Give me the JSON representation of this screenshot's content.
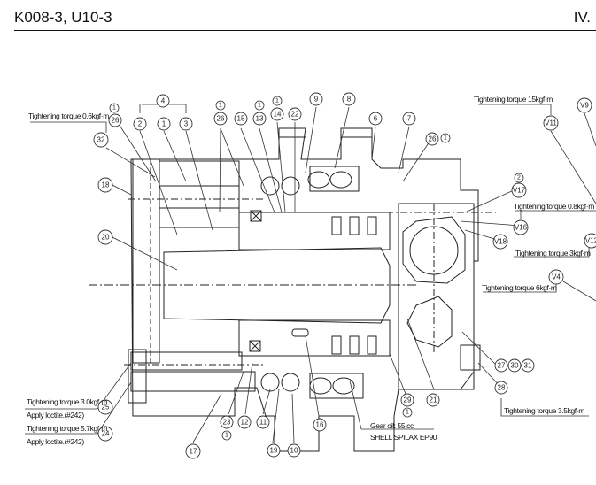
{
  "header": {
    "model_title": "K008-3, U10-3",
    "section": "IV."
  },
  "notes": {
    "torque_32": "Tightening torque 0.6kgf·m",
    "torque_v11": "Tightening torque 15kgf·m",
    "torque_v16": "Tightening torque 0.8kgf·m",
    "torque_v12": "Tightening torque 3kgf·m",
    "torque_v4": "Tightening torque 6kgf·m",
    "torque_28": "Tightening torque 3.5kgf·m",
    "torque_25": "Tightening torque 3.0kgf·m",
    "loctite_25": "Apply loctite.(#242)",
    "torque_24": "Tightening torque 5.7kgf·m",
    "loctite_24": "Apply loctite.(#242)",
    "gear_oil": "Gear oil: 55 cc",
    "oil_type": "SHELL SPILAX EP90"
  },
  "callouts": [
    {
      "id": "c4",
      "label": "4"
    },
    {
      "id": "c2",
      "label": "2"
    },
    {
      "id": "c1",
      "label": "1"
    },
    {
      "id": "c3",
      "label": "3"
    },
    {
      "id": "c26a",
      "label": "26"
    },
    {
      "id": "c32",
      "label": "32"
    },
    {
      "id": "c18",
      "label": "18"
    },
    {
      "id": "c20",
      "label": "20"
    },
    {
      "id": "c26b",
      "label": "26"
    },
    {
      "id": "c15",
      "label": "15"
    },
    {
      "id": "c13",
      "label": "13"
    },
    {
      "id": "c14",
      "label": "14"
    },
    {
      "id": "c22",
      "label": "22"
    },
    {
      "id": "c9",
      "label": "9"
    },
    {
      "id": "c8",
      "label": "8"
    },
    {
      "id": "c6",
      "label": "6"
    },
    {
      "id": "c7",
      "label": "7"
    },
    {
      "id": "c26c",
      "label": "26"
    },
    {
      "id": "cV11",
      "label": "V11"
    },
    {
      "id": "cV9",
      "label": "V9"
    },
    {
      "id": "cV17",
      "label": "V17"
    },
    {
      "id": "cV16",
      "label": "V16"
    },
    {
      "id": "cV18",
      "label": "V18"
    },
    {
      "id": "cV12",
      "label": "V12"
    },
    {
      "id": "cV4",
      "label": "V4"
    },
    {
      "id": "c27",
      "label": "27"
    },
    {
      "id": "c30",
      "label": "30"
    },
    {
      "id": "c31",
      "label": "31"
    },
    {
      "id": "c28",
      "label": "28"
    },
    {
      "id": "c29",
      "label": "29"
    },
    {
      "id": "c21",
      "label": "21"
    },
    {
      "id": "c16",
      "label": "16"
    },
    {
      "id": "c10",
      "label": "10"
    },
    {
      "id": "c19",
      "label": "19"
    },
    {
      "id": "c11",
      "label": "11"
    },
    {
      "id": "c12",
      "label": "12"
    },
    {
      "id": "c23",
      "label": "23"
    },
    {
      "id": "c17",
      "label": "17"
    },
    {
      "id": "c25",
      "label": "25"
    },
    {
      "id": "c24",
      "label": "24"
    }
  ],
  "quantity_marks": [
    {
      "id": "q26a",
      "label": "1"
    },
    {
      "id": "q26b",
      "label": "1"
    },
    {
      "id": "q13",
      "label": "1"
    },
    {
      "id": "q14",
      "label": "1"
    },
    {
      "id": "q26c",
      "label": "1"
    },
    {
      "id": "qV17",
      "label": "2"
    },
    {
      "id": "q29",
      "label": "1"
    },
    {
      "id": "q23",
      "label": "1"
    }
  ]
}
